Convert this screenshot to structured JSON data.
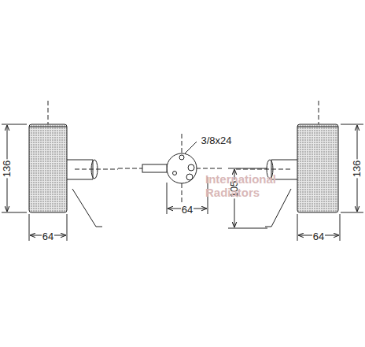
{
  "diagram": {
    "labels": [
      "136",
      "64",
      "3/8x24",
      "64",
      "105",
      "136",
      "64",
      "International Radiators"
    ]
  }
}
